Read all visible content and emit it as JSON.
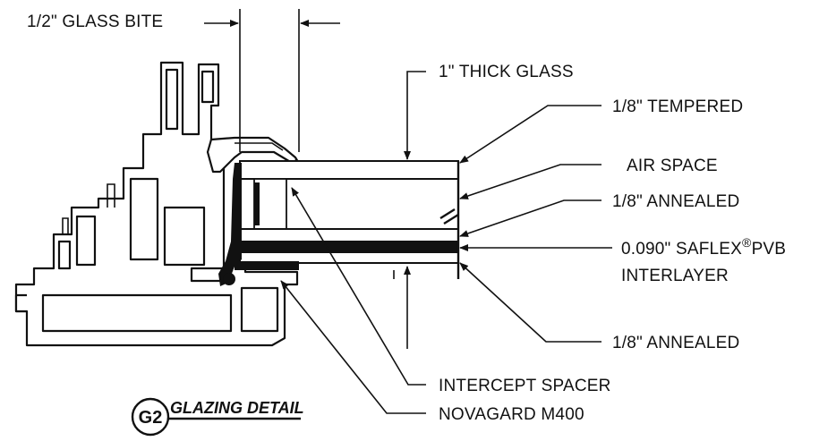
{
  "labels": {
    "glass_bite": "1/2\" GLASS BITE",
    "thick_glass": "1\" THICK GLASS",
    "tempered": "1/8\" TEMPERED",
    "air_space": "AIR SPACE",
    "annealed_top": "1/8\" ANNEALED",
    "saflex_prefix": "0.090\" SAFLEX",
    "saflex_reg": "®",
    "saflex_suffix": "PVB",
    "interlayer": "INTERLAYER",
    "annealed_bottom": "1/8\" ANNEALED",
    "intercept_spacer": "INTERCEPT SPACER",
    "novagard": "NOVAGARD M400"
  },
  "detail": {
    "badge": "G2",
    "title": "GLAZING DETAIL"
  }
}
